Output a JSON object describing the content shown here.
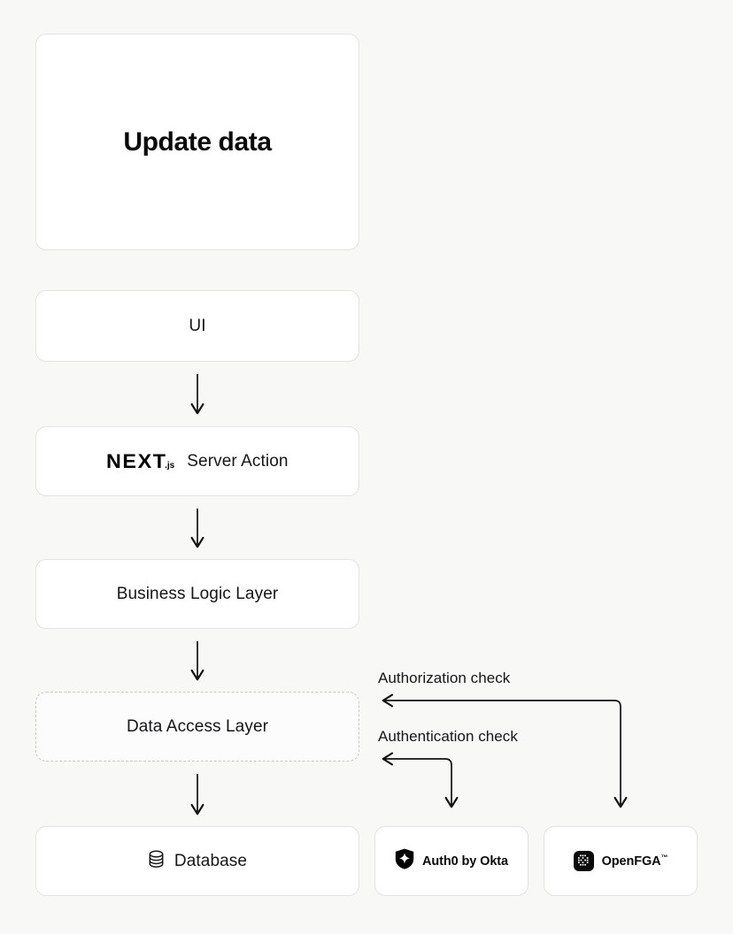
{
  "page": {
    "background_color": "#f8f8f7",
    "title": "Update data"
  },
  "diagram": {
    "type": "flowchart",
    "title_card": {
      "label": "Update data"
    },
    "nodes": [
      {
        "id": "ui",
        "label": "UI",
        "style": "solid",
        "icon": null
      },
      {
        "id": "next",
        "label": "Server Action",
        "style": "solid",
        "icon": "nextjs-logo",
        "logo_word": "NEXT",
        "logo_suffix": ".js"
      },
      {
        "id": "bll",
        "label": "Business Logic Layer",
        "style": "solid",
        "icon": null
      },
      {
        "id": "dal",
        "label": "Data Access Layer",
        "style": "dashed",
        "icon": null
      },
      {
        "id": "db",
        "label": "Database",
        "style": "solid",
        "icon": "database-icon"
      },
      {
        "id": "auth0",
        "label": "Auth0 by Okta",
        "style": "solid",
        "icon": "auth0-logo"
      },
      {
        "id": "openfga",
        "label": "OpenFGA",
        "style": "solid",
        "icon": "openfga-logo",
        "trademark": "™"
      }
    ],
    "edges": [
      {
        "from": "ui",
        "to": "next",
        "label": ""
      },
      {
        "from": "next",
        "to": "bll",
        "label": ""
      },
      {
        "from": "bll",
        "to": "dal",
        "label": ""
      },
      {
        "from": "dal",
        "to": "db",
        "label": ""
      },
      {
        "from": "dal",
        "to": "openfga",
        "label": "Authorization check"
      },
      {
        "from": "dal",
        "to": "auth0",
        "label": "Authentication check"
      }
    ],
    "side_labels": {
      "authorization": "Authorization check",
      "authentication": "Authentication check"
    }
  },
  "colors": {
    "text": "#16161a",
    "border": "#e3e3e1",
    "dashed_border": "#c9c9c6",
    "card_bg": "#ffffff",
    "arrow": "#111111",
    "brand_dark": "#0b0b0c"
  }
}
